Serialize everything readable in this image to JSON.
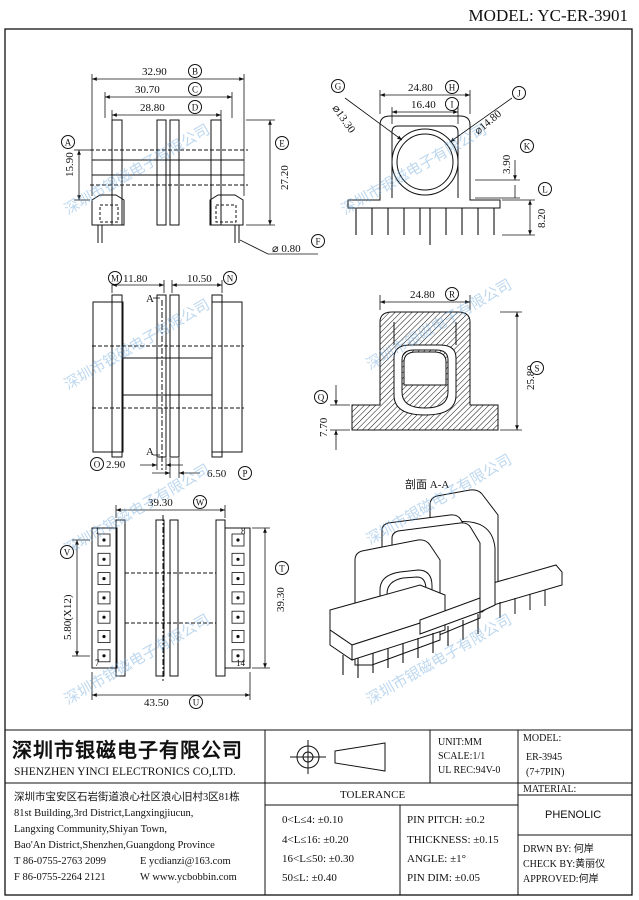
{
  "model_title": "MODEL: YC-ER-3901",
  "watermark": "深圳市银磁电子有限公司",
  "section_label": "剖面 A-A",
  "section_marks": {
    "top": "A",
    "bottom": "A"
  },
  "dims": {
    "B": {
      "value": "32.90",
      "tag": "B"
    },
    "C": {
      "value": "30.70",
      "tag": "C"
    },
    "D": {
      "value": "28.80",
      "tag": "D"
    },
    "A": {
      "value": "15.90",
      "tag": "A"
    },
    "E": {
      "value": "27.20",
      "tag": "E"
    },
    "F": {
      "value": "⌀ 0.80",
      "tag": "F"
    },
    "G": {
      "value": "⌀13.30",
      "tag": "G"
    },
    "H": {
      "value": "24.80",
      "tag": "H"
    },
    "I": {
      "value": "16.40",
      "tag": "I"
    },
    "J": {
      "value": "⌀14.80",
      "tag": "J"
    },
    "K": {
      "value": "3.90",
      "tag": "K"
    },
    "L": {
      "value": "8.20",
      "tag": "L"
    },
    "M": {
      "value": "11.80",
      "tag": "M"
    },
    "N": {
      "value": "10.50",
      "tag": "N"
    },
    "O": {
      "value": "2.90",
      "tag": "O"
    },
    "P": {
      "value": "6.50",
      "tag": "P"
    },
    "R": {
      "value": "24.80",
      "tag": "R"
    },
    "S": {
      "value": "25.80",
      "tag": "S"
    },
    "Q": {
      "value": "7.70",
      "tag": "Q"
    },
    "W": {
      "value": "39.30",
      "tag": "W"
    },
    "V": {
      "value": "5.80(X12)",
      "tag": "V"
    },
    "T": {
      "value": "39.30",
      "tag": "T"
    },
    "U": {
      "value": "43.50",
      "tag": "U"
    }
  },
  "pin_labels": {
    "top_left": "1",
    "top_right": "8",
    "bottom_left": "7",
    "bottom_right": "14"
  },
  "company": {
    "name_cn": "深圳市银磁电子有限公司",
    "name_en": "SHENZHEN YINCI ELECTRONICS CO,LTD.",
    "address_lines": [
      "深圳市宝安区石岩街道浪心社区浪心旧村3区81栋",
      "81st Building,3rd District,Langxingjiucun,",
      "Langxing Community,Shiyan Town,",
      "Bao'An District,Shenzhen,Guangdong Province"
    ],
    "tel": "T 86-0755-2763 2099",
    "email": "E ycdianzi@163.com",
    "fax": "F 86-0755-2264 2121",
    "web": "W www.ycbobbin.com"
  },
  "spec": {
    "unit": "UNIT:MM",
    "scale": "SCALE:1/1",
    "ul": "UL REC:94V-0",
    "model_label": "MODEL:",
    "model_value": "ER-3945",
    "model_pins": "(7+7PIN)",
    "material_label": "MATERIAL:",
    "material_value": "PHENOLIC"
  },
  "tolerance": {
    "title": "TOLERANCE",
    "left": [
      "0<L≤4: ±0.10",
      "4<L≤16: ±0.20",
      "16<L≤50: ±0.30",
      "50≤L: ±0.40"
    ],
    "right": [
      "PIN PITCH: ±0.2",
      "THICKNESS: ±0.15",
      "ANGLE: ±1°",
      "PIN DIM: ±0.05"
    ]
  },
  "signoff": {
    "drawn": "DRWN BY: 何岸",
    "check": "CHECK BY:黄丽仪",
    "approved": "APPROVED:何岸"
  }
}
